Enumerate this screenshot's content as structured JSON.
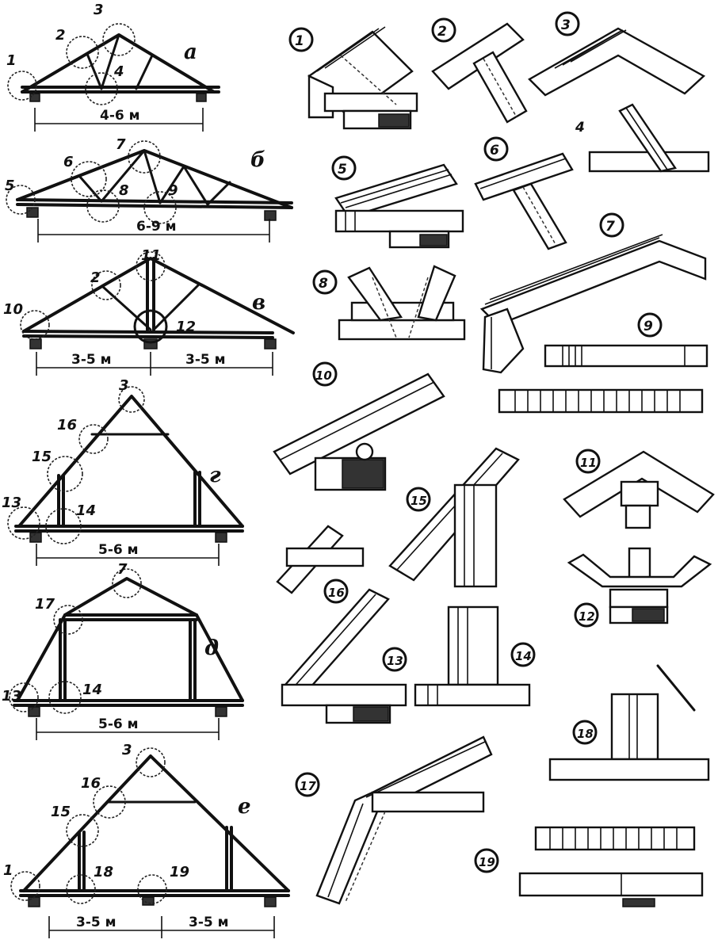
{
  "trusses": [
    {
      "letter": "а",
      "span": "4-6 м",
      "node_labels": [
        "1",
        "2",
        "3",
        "4"
      ]
    },
    {
      "letter": "б",
      "span": "6-9 м",
      "node_labels": [
        "5",
        "6",
        "7",
        "8",
        "9"
      ]
    },
    {
      "letter": "в",
      "span_left": "3-5 м",
      "span_right": "3-5 м",
      "node_labels": [
        "10",
        "2",
        "11",
        "12"
      ]
    },
    {
      "letter": "г",
      "span": "5-6 м",
      "node_labels": [
        "3",
        "16",
        "15",
        "13",
        "14"
      ]
    },
    {
      "letter": "д",
      "span": "5-6 м",
      "node_labels": [
        "7",
        "17",
        "13",
        "14"
      ]
    },
    {
      "letter": "е",
      "span_left": "3-5 м",
      "span_right": "3-5 м",
      "node_labels": [
        "3",
        "16",
        "15",
        "1",
        "18",
        "19"
      ]
    }
  ],
  "detail_labels": [
    "1",
    "2",
    "3",
    "4",
    "5",
    "6",
    "7",
    "8",
    "9",
    "10",
    "11",
    "12",
    "13",
    "14",
    "15",
    "16",
    "17",
    "18",
    "19"
  ]
}
